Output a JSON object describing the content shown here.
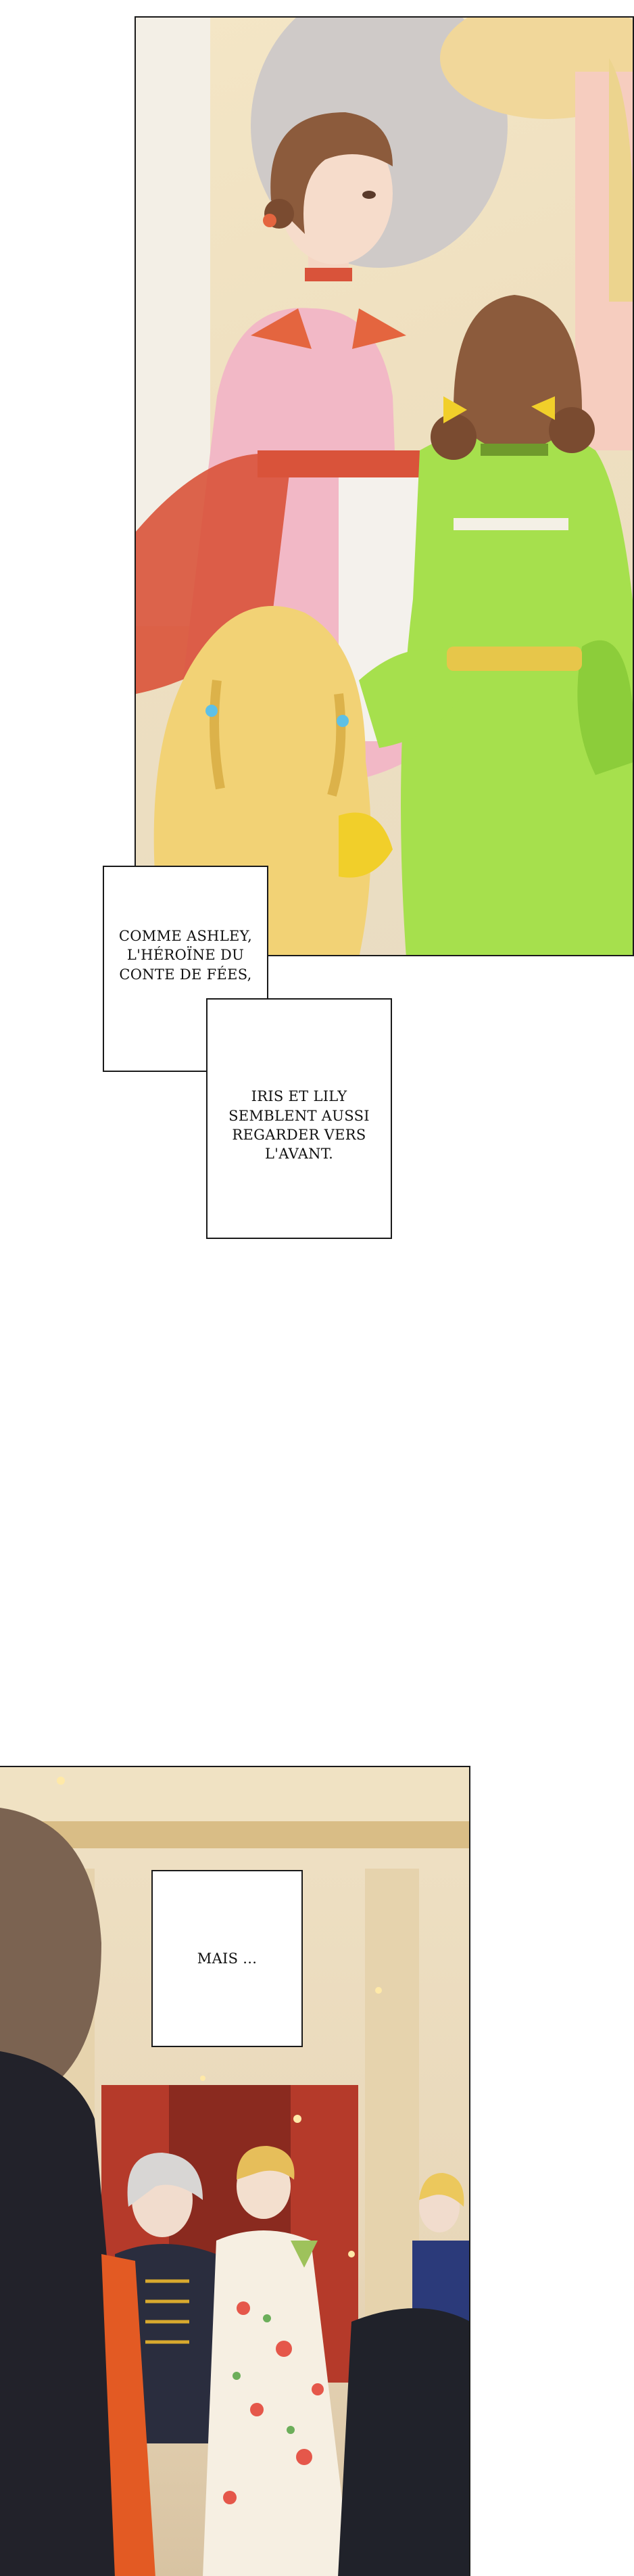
{
  "captions": {
    "first": "COMME ASHLEY,\nL'HÉROÏNE DU\nCONTE DE FÉES,",
    "second": "IRIS ET LILY\nSEMBLENT AUSSI\nREGARDER VERS\nL'AVANT.",
    "third": "MAIS ..."
  },
  "colors": {
    "pink_dress": "#f2b8c6",
    "red_ribbon": "#d9533a",
    "green_dress": "#a6e04d",
    "yellow_ribbon": "#f1cf2a",
    "blonde_hair": "#f2d275",
    "brown_hair": "#8c5b3c",
    "palace_wall": "#efe1c4",
    "red_curtain": "#b53a2a"
  }
}
